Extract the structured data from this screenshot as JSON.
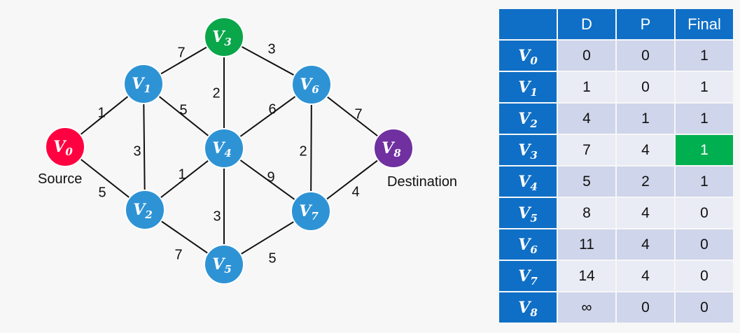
{
  "colors": {
    "source": "#ff0040",
    "default_node": "#2e93d5",
    "highlight_node": "#0aa64a",
    "destination": "#7030a0",
    "table_header": "#0f6fc6",
    "row_odd": "#cfd5ea",
    "row_even": "#e9ebf5",
    "final_highlight": "#00b050"
  },
  "graph": {
    "source_label": "Source",
    "destination_label": "Destination",
    "nodes": [
      {
        "id": "v0",
        "letter": "V",
        "sub": "0",
        "role": "source"
      },
      {
        "id": "v1",
        "letter": "V",
        "sub": "1",
        "role": "default"
      },
      {
        "id": "v2",
        "letter": "V",
        "sub": "2",
        "role": "default"
      },
      {
        "id": "v3",
        "letter": "V",
        "sub": "3",
        "role": "highlight"
      },
      {
        "id": "v4",
        "letter": "V",
        "sub": "4",
        "role": "default"
      },
      {
        "id": "v5",
        "letter": "V",
        "sub": "5",
        "role": "default"
      },
      {
        "id": "v6",
        "letter": "V",
        "sub": "6",
        "role": "default"
      },
      {
        "id": "v7",
        "letter": "V",
        "sub": "7",
        "role": "default"
      },
      {
        "id": "v8",
        "letter": "V",
        "sub": "8",
        "role": "destination"
      }
    ],
    "edges": [
      {
        "from": "v0",
        "to": "v1",
        "weight": "1"
      },
      {
        "from": "v0",
        "to": "v2",
        "weight": "5"
      },
      {
        "from": "v1",
        "to": "v3",
        "weight": "7"
      },
      {
        "from": "v1",
        "to": "v2",
        "weight": "3"
      },
      {
        "from": "v1",
        "to": "v4",
        "weight": "5"
      },
      {
        "from": "v2",
        "to": "v4",
        "weight": "1"
      },
      {
        "from": "v2",
        "to": "v5",
        "weight": "7"
      },
      {
        "from": "v3",
        "to": "v4",
        "weight": "2"
      },
      {
        "from": "v3",
        "to": "v6",
        "weight": "3"
      },
      {
        "from": "v4",
        "to": "v6",
        "weight": "6"
      },
      {
        "from": "v4",
        "to": "v5",
        "weight": "3"
      },
      {
        "from": "v4",
        "to": "v7",
        "weight": "9"
      },
      {
        "from": "v5",
        "to": "v7",
        "weight": "5"
      },
      {
        "from": "v6",
        "to": "v7",
        "weight": "2"
      },
      {
        "from": "v6",
        "to": "v8",
        "weight": "7"
      },
      {
        "from": "v7",
        "to": "v8",
        "weight": "4"
      }
    ]
  },
  "table": {
    "headers": [
      "",
      "D",
      "P",
      "Final"
    ],
    "rows": [
      {
        "letter": "V",
        "sub": "0",
        "d": "0",
        "p": "0",
        "final": "1",
        "highlight": false
      },
      {
        "letter": "V",
        "sub": "1",
        "d": "1",
        "p": "0",
        "final": "1",
        "highlight": false
      },
      {
        "letter": "V",
        "sub": "2",
        "d": "4",
        "p": "1",
        "final": "1",
        "highlight": false
      },
      {
        "letter": "V",
        "sub": "3",
        "d": "7",
        "p": "4",
        "final": "1",
        "highlight": true
      },
      {
        "letter": "V",
        "sub": "4",
        "d": "5",
        "p": "2",
        "final": "1",
        "highlight": false
      },
      {
        "letter": "V",
        "sub": "5",
        "d": "8",
        "p": "4",
        "final": "0",
        "highlight": false
      },
      {
        "letter": "V",
        "sub": "6",
        "d": "11",
        "p": "4",
        "final": "0",
        "highlight": false
      },
      {
        "letter": "V",
        "sub": "7",
        "d": "14",
        "p": "4",
        "final": "0",
        "highlight": false
      },
      {
        "letter": "V",
        "sub": "8",
        "d": "∞",
        "p": "0",
        "final": "0",
        "highlight": false
      }
    ]
  }
}
